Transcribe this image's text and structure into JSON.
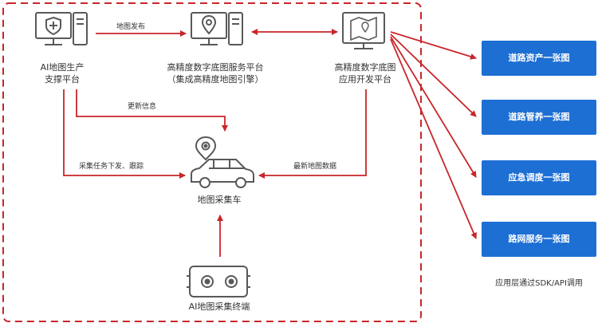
{
  "nodes": {
    "ai_platform": [
      "AI地图生产",
      "支撑平台"
    ],
    "hd_service": [
      "高精度数字底图服务平台",
      "（集成高精度地图引擎）"
    ],
    "hd_dev": [
      "高精度数字底图",
      "应用开发平台"
    ],
    "vehicle": "地图采集车",
    "terminal": "AI地图采集终端"
  },
  "edges": {
    "publish": "地图发布",
    "update": "更新信息",
    "task": "采集任务下发、跟踪",
    "latest": "最新地图数据"
  },
  "apps": [
    "道路资产一张图",
    "道路管养一张图",
    "应急调度一张图",
    "路网服务一张图"
  ],
  "footnote": "应用层通过SDK/API调用",
  "colors": {
    "accent": "#c8262a",
    "button": "#1d6fd4",
    "icon": "#595959"
  }
}
